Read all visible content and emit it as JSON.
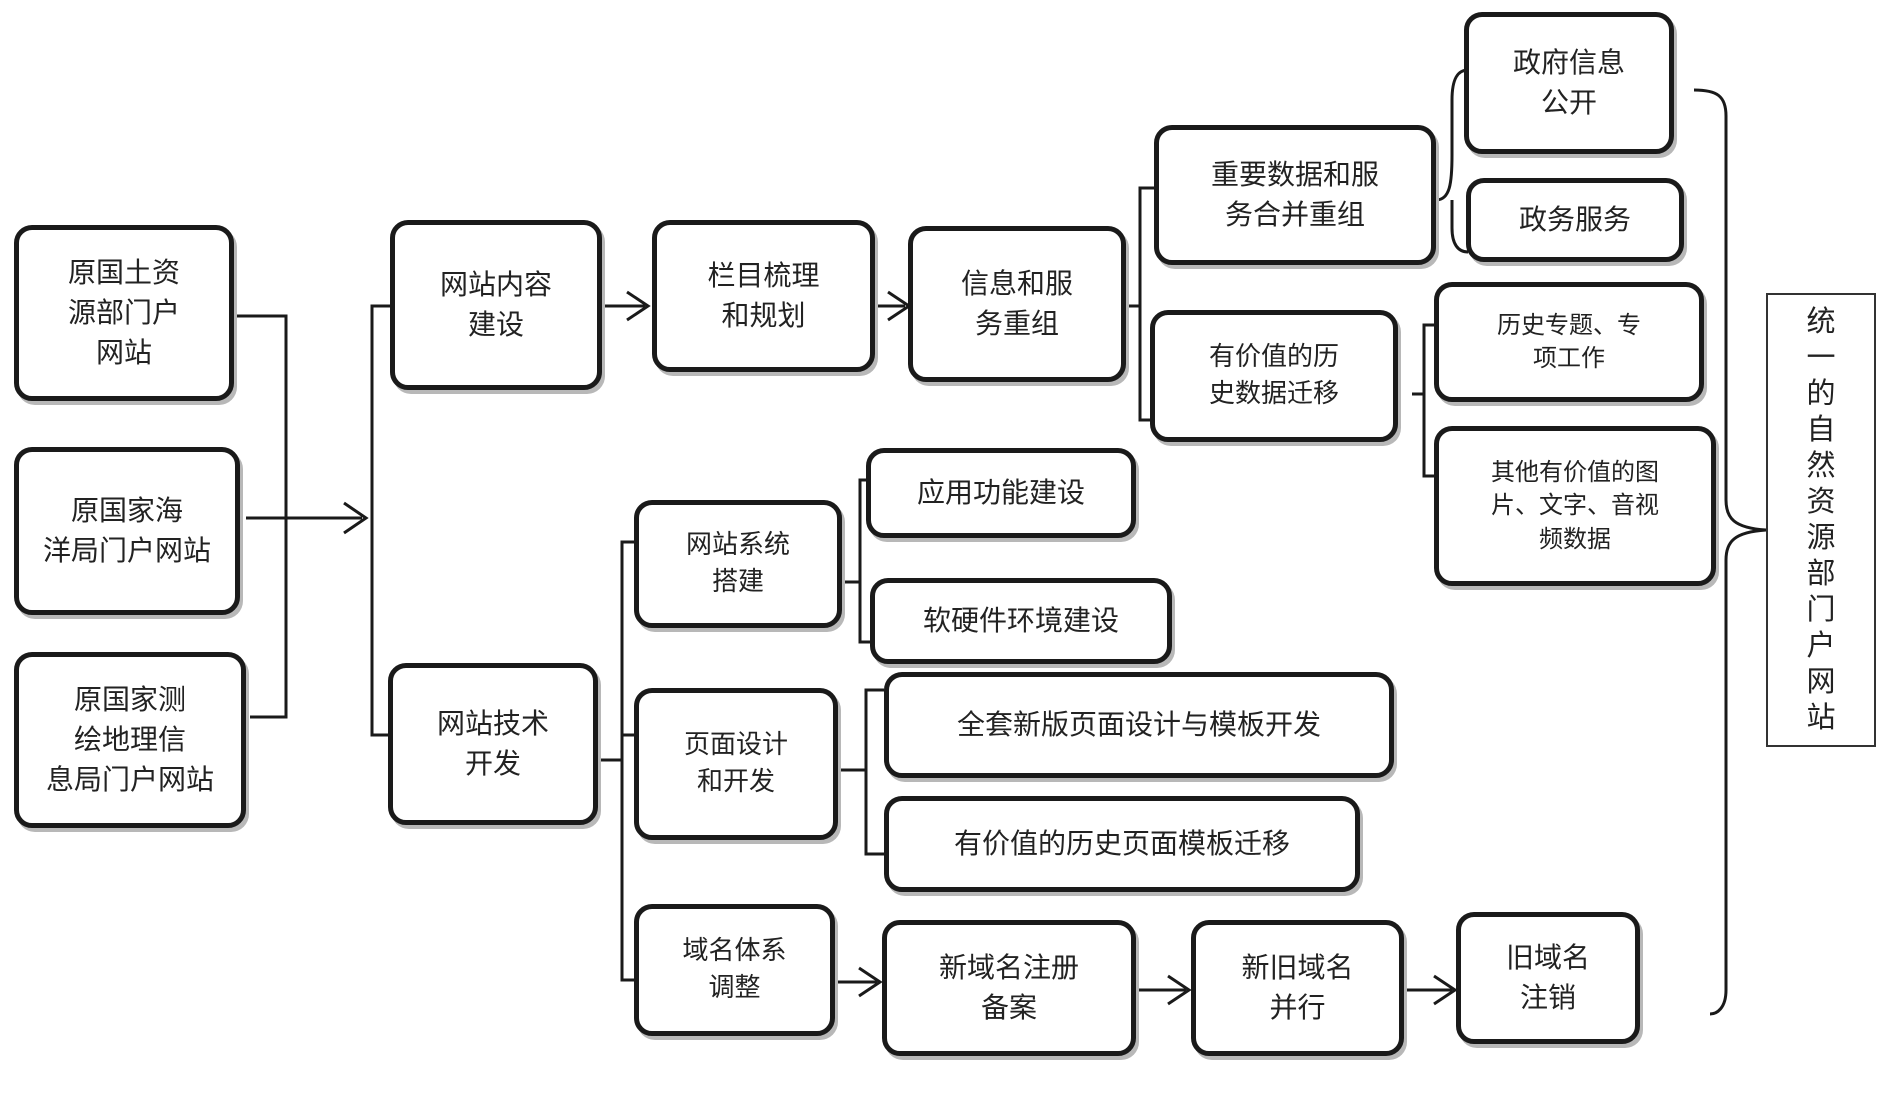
{
  "colors": {
    "stroke": "#1a1a1a",
    "shadow": "#b8b8b8",
    "text": "#222222"
  },
  "sources": {
    "land": "原国土资\n源部门户\n网站",
    "ocean": "原国家海\n洋局门户网站",
    "survey": "原国家测\n绘地理信\n息局门户网站"
  },
  "content": {
    "build": "网站内容\n建设",
    "columns": "栏目梳理\n和规划",
    "restructure": "信息和服\n务重组",
    "merge": "重要数据和服\n务合并重组",
    "migrate": "有价值的历\n史数据迁移",
    "disclosure": "政府信息\n公开",
    "services": "政务服务",
    "topics": "历史专题、专\n项工作",
    "media": "其他有价值的图\n片、文字、音视\n频数据"
  },
  "tech": {
    "dev": "网站技术\n开发",
    "system": "网站系统\n搭建",
    "app": "应用功能建设",
    "env": "软硬件环境建设",
    "page": "页面设计\n和开发",
    "newdesign": "全套新版页面设计与模板开发",
    "oldtemplate": "有价值的历史页面模板迁移",
    "domain": "域名体系\n调整",
    "register": "新域名注册\n备案",
    "parallel": "新旧域名\n并行",
    "cancel": "旧域名\n注销"
  },
  "result": "统一的自然资源部门户网站"
}
